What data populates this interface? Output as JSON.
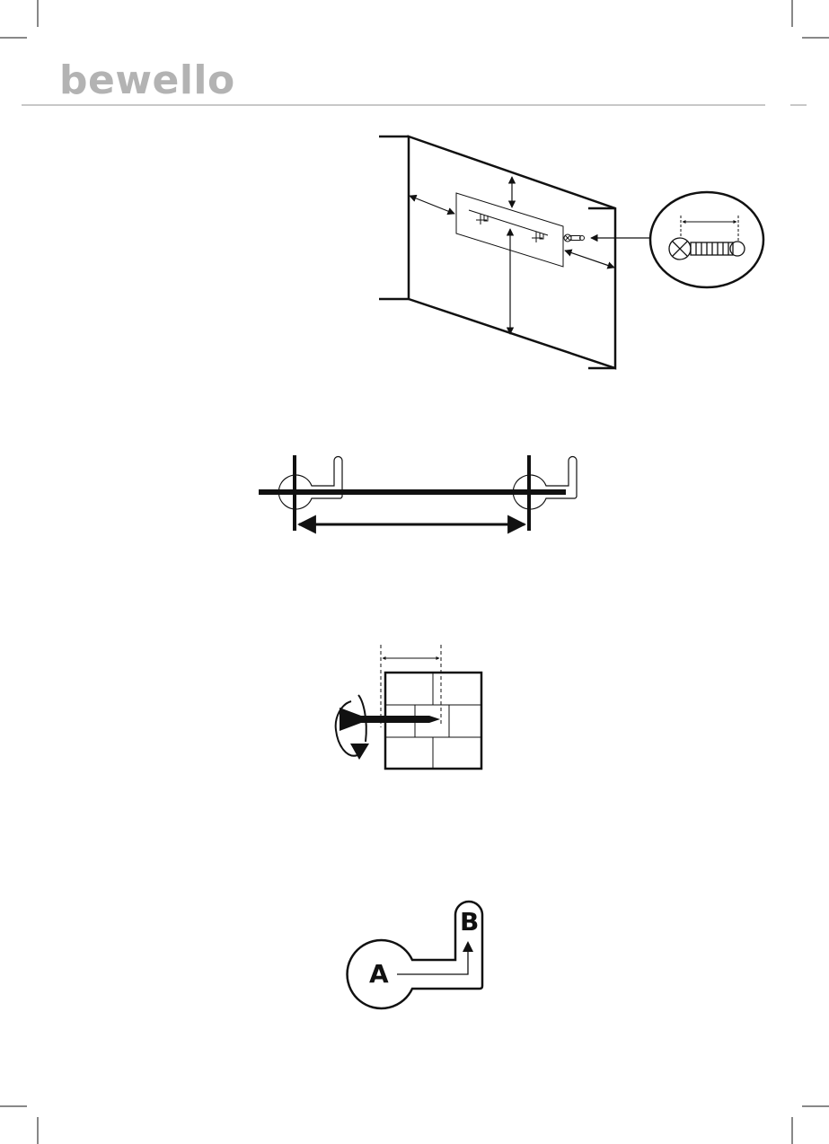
{
  "header": {
    "logo_text": "bewello",
    "rule_color": "#c8c8c8",
    "logo_color": "#b3b3b3"
  },
  "figures": {
    "keyhole": {
      "label_a": "A",
      "label_b": "B"
    }
  },
  "colors": {
    "ink": "#111111",
    "paper": "#ffffff"
  }
}
